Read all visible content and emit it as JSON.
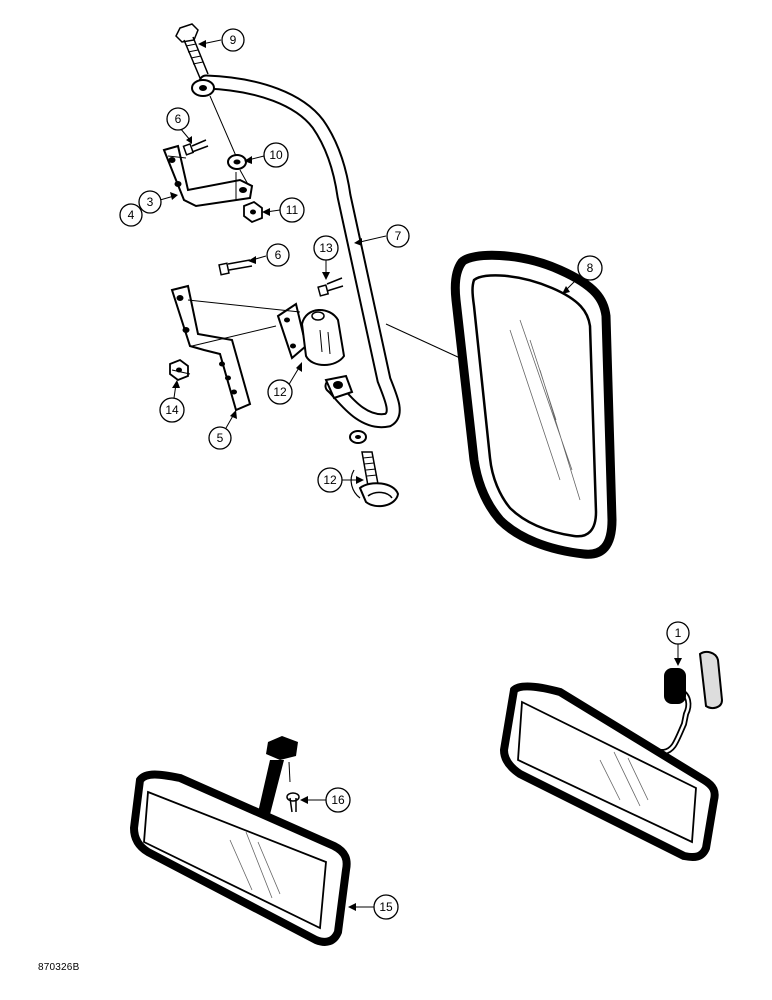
{
  "diagram": {
    "reference_code": "870326B",
    "callouts": [
      {
        "id": "c9",
        "label": "9"
      },
      {
        "id": "c6a",
        "label": "6"
      },
      {
        "id": "c10",
        "label": "10"
      },
      {
        "id": "c3",
        "label": "3"
      },
      {
        "id": "c4",
        "label": "4"
      },
      {
        "id": "c11",
        "label": "11"
      },
      {
        "id": "c7",
        "label": "7"
      },
      {
        "id": "c6b",
        "label": "6"
      },
      {
        "id": "c13",
        "label": "13"
      },
      {
        "id": "c8",
        "label": "8"
      },
      {
        "id": "c12a",
        "label": "12"
      },
      {
        "id": "c14",
        "label": "14"
      },
      {
        "id": "c5",
        "label": "5"
      },
      {
        "id": "c12b",
        "label": "12"
      },
      {
        "id": "c1",
        "label": "1"
      },
      {
        "id": "c16",
        "label": "16"
      },
      {
        "id": "c15",
        "label": "15"
      }
    ]
  }
}
